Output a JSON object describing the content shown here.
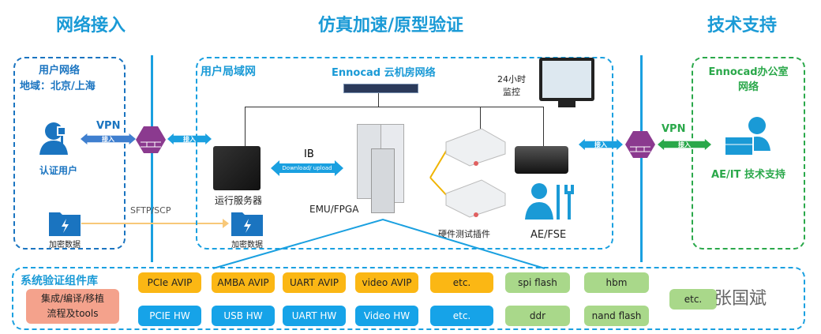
{
  "sections": {
    "access": "网络接入",
    "simulation": "仿真加速/原型验证",
    "support": "技术支持"
  },
  "user_network": {
    "title": "用户网络",
    "region": "地域：北京/上海",
    "user_label": "认证用户",
    "vpn": "VPN",
    "access_label": "接入",
    "data_label": "加密数据"
  },
  "transfer": {
    "protocol": "SFTP/SCP",
    "data_label": "加密数据",
    "access_label": "接入"
  },
  "lan": {
    "title": "用户局域网",
    "cloud_title": "Ennocad 云机房网络",
    "monitor_label": "24小时\n监控",
    "server_label": "运行服务器",
    "ib": "IB",
    "ib_arrow": "Download/ upload",
    "emu_label": "EMU/FPGA",
    "hw_label": "硬件测试插件",
    "ae_label": "AE/FSE",
    "access_label": "接入"
  },
  "office": {
    "title": "Ennocad办公室\n网络",
    "vpn": "VPN",
    "access_label": "接入",
    "support_label": "AE/IT 技术支持"
  },
  "library": {
    "title": "系统验证组件库",
    "flow": "集成/编译/移植\n流程及tools",
    "row1": [
      "PCIe AVIP",
      "AMBA AVIP",
      "UART AVIP",
      "video AVIP",
      "etc.",
      "spi flash",
      "hbm"
    ],
    "row2": [
      "PCIE HW",
      "USB HW",
      "UART HW",
      "Video HW",
      "etc.",
      "ddr",
      "nand flash"
    ],
    "extra": "etc."
  },
  "watermark": "张国斌",
  "colors": {
    "title": "#1a9ad6",
    "avip": "#fbb714",
    "hw": "#16a3e8",
    "mem": "#a9d88a",
    "office": "#2aa84a",
    "firewall": "#8b3a8f",
    "flow": "#f4a28c"
  }
}
